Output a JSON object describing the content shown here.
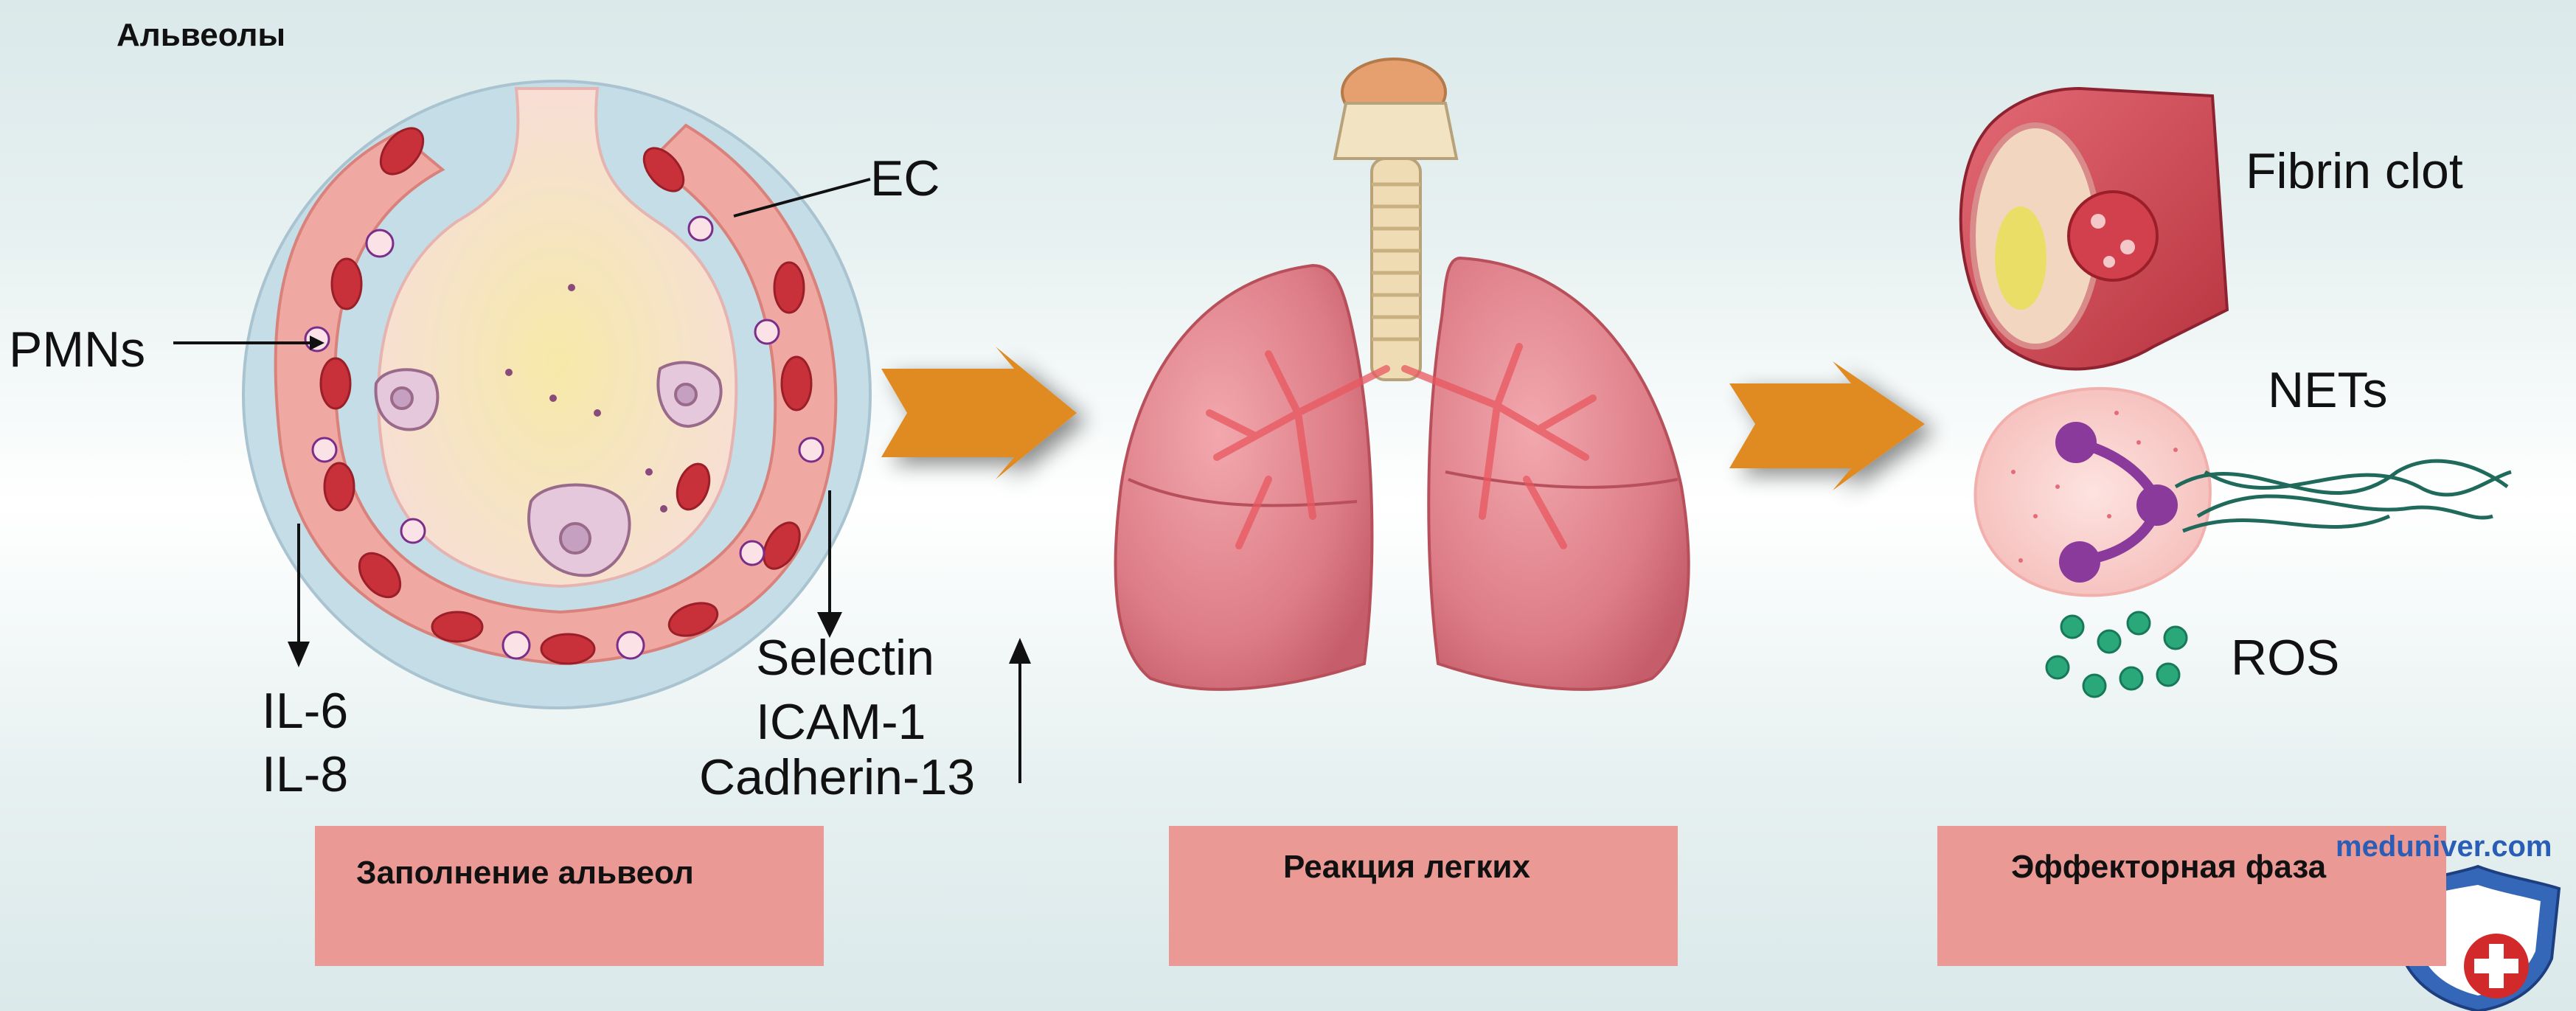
{
  "title": "Альвеолы",
  "alveolus": {
    "labels": {
      "ec": "EC",
      "pmns": "PMNs",
      "il6": "IL-6",
      "il8": "IL-8",
      "selectin": "Selectin",
      "icam": "ICAM-1",
      "cadherin": "Cadherin-13"
    }
  },
  "effector": {
    "labels": {
      "fibrin": "Fibrin clot",
      "nets": "NETs",
      "ros": "ROS"
    }
  },
  "stages": [
    {
      "label": "Заполнение альвеол"
    },
    {
      "label": "Реакция легких"
    },
    {
      "label": "Эффекторная фаза"
    }
  ],
  "watermark": "meduniver.com",
  "colors": {
    "box": "#ea9994",
    "arrow": "#e08a22",
    "watermark": "#2a5db5"
  }
}
